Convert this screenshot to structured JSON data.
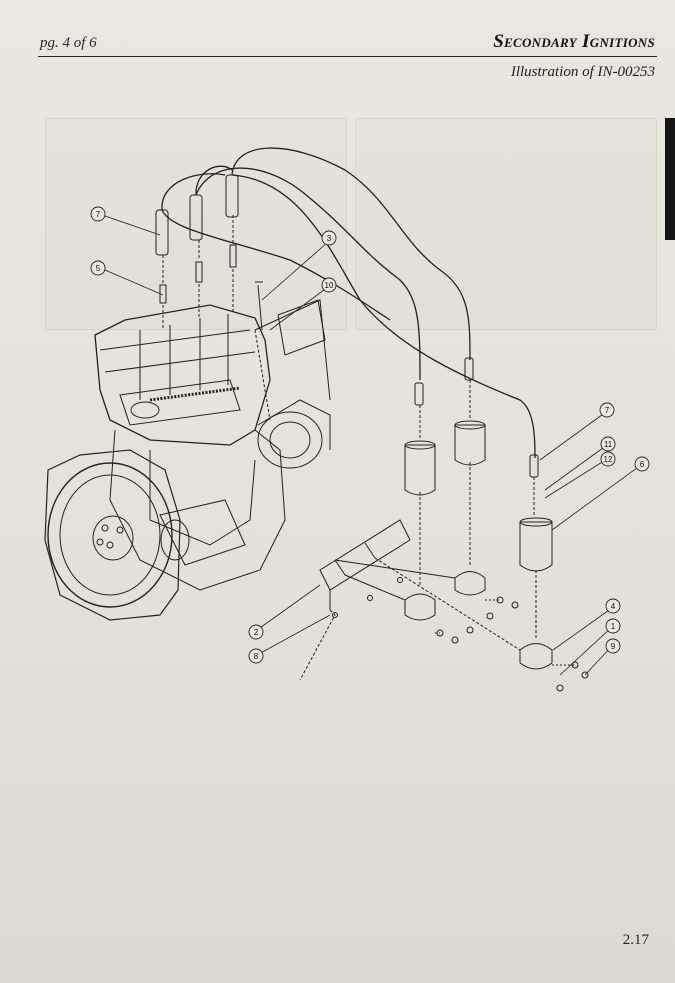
{
  "header": {
    "page_indicator": "pg. 4 of 6",
    "title": "Secondary Ignitions",
    "subtitle": "Illustration of IN-00253"
  },
  "footer": {
    "page_number": "2.17"
  },
  "callouts": {
    "c7a": "7",
    "c5": "5",
    "c3": "3",
    "c10": "10",
    "c7b": "7",
    "c11": "11",
    "c12": "12",
    "c6": "6",
    "c2": "2",
    "c8": "8",
    "c4": "4",
    "c1": "1",
    "c9": "9"
  }
}
